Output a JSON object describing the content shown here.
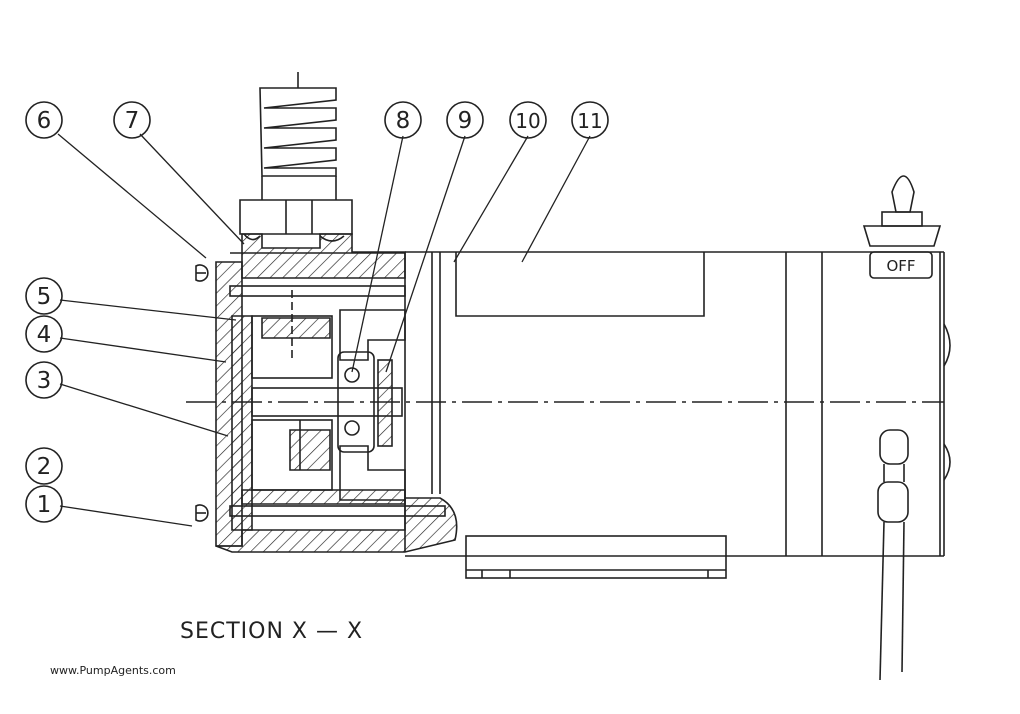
{
  "drawing": {
    "section_label": "SECTION X — X",
    "watermark": "www.PumpAgents.com",
    "switch_label": "OFF",
    "callouts": [
      "1",
      "2",
      "3",
      "4",
      "5",
      "6",
      "7",
      "8",
      "9",
      "10",
      "11"
    ],
    "line_color": "#222222",
    "background": "#ffffff"
  }
}
